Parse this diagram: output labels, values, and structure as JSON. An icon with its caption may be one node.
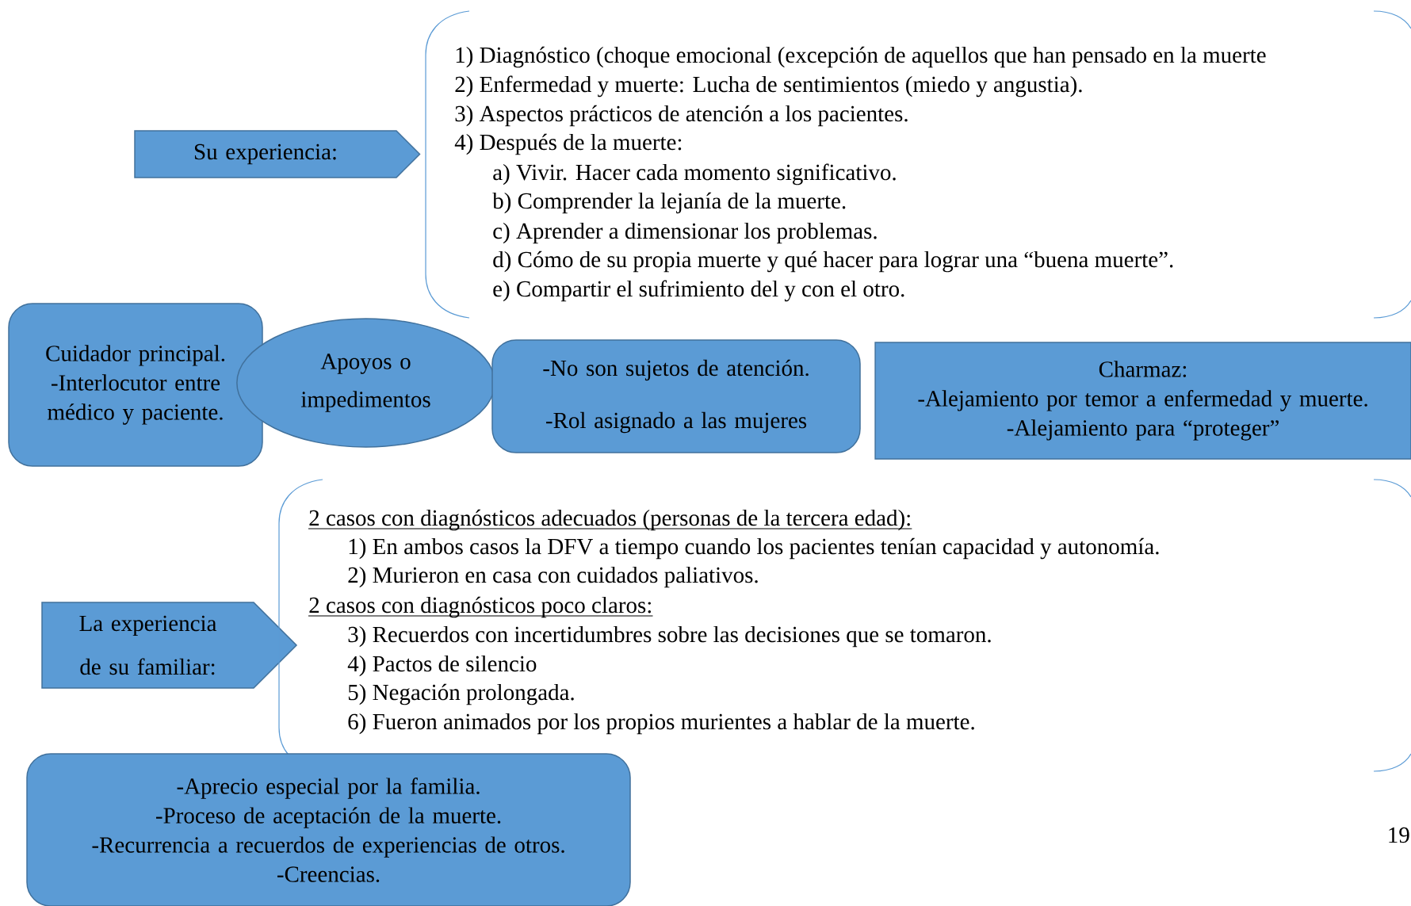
{
  "diagram": {
    "nodes": [
      {
        "text": [
          "Su experiencia:"
        ]
      },
      {
        "text": [
          "1) Diagnóstico (choque emocional (excepción de aquellos que han pensado en la muerte",
          "2) Enfermedad y muerte: Lucha de sentimientos (miedo y angustia).",
          "3) Aspectos prácticos de atención a los pacientes.",
          "4) Después de la muerte:",
          "a) Vivir. Hacer cada momento significativo.",
          "b) Comprender la lejanía de la muerte.",
          "c) Aprender a dimensionar los problemas.",
          "d) Cómo de su propia muerte y qué hacer para lograr una “buena muerte”.",
          "e) Compartir el sufrimiento del y con el otro."
        ]
      },
      {
        "text": [
          "Cuidador principal. -Interlocutor entre médico y paciente."
        ]
      },
      {
        "text": [
          "Apoyos o impedimentos"
        ]
      },
      {
        "text": [
          "-No son sujetos de atención.",
          "-Rol asignado a las mujeres"
        ]
      },
      {
        "text": [
          "Charmaz:",
          "-Alejamiento por temor a enfermedad y muerte.",
          "-Alejamiento para “proteger”"
        ]
      },
      {
        "text": [
          "La experiencia de su familiar:"
        ]
      },
      {
        "text": [
          "2 casos con diagnósticos adecuados (personas de la tercera edad):",
          "1) En ambos casos la DFV a tiempo cuando los pacientes tenían capacidad y autonomía.",
          "2) Murieron en casa con cuidados paliativos.",
          "2 casos con diagnósticos poco claros:",
          "3) Recuerdos con incertidumbres  sobre las decisiones que se tomaron.",
          "4) Pactos de silencio",
          "5) Negación prolongada.",
          "6) Fueron animados por los propios murientes a hablar de la muerte."
        ]
      },
      {
        "text": [
          "-Aprecio especial por la familia.",
          "-Proceso de aceptación de la muerte.",
          "-Recurrencia a recuerdos de experiencias de otros.",
          "-Creencias."
        ]
      }
    ],
    "labels": [
      "19"
    ]
  }
}
